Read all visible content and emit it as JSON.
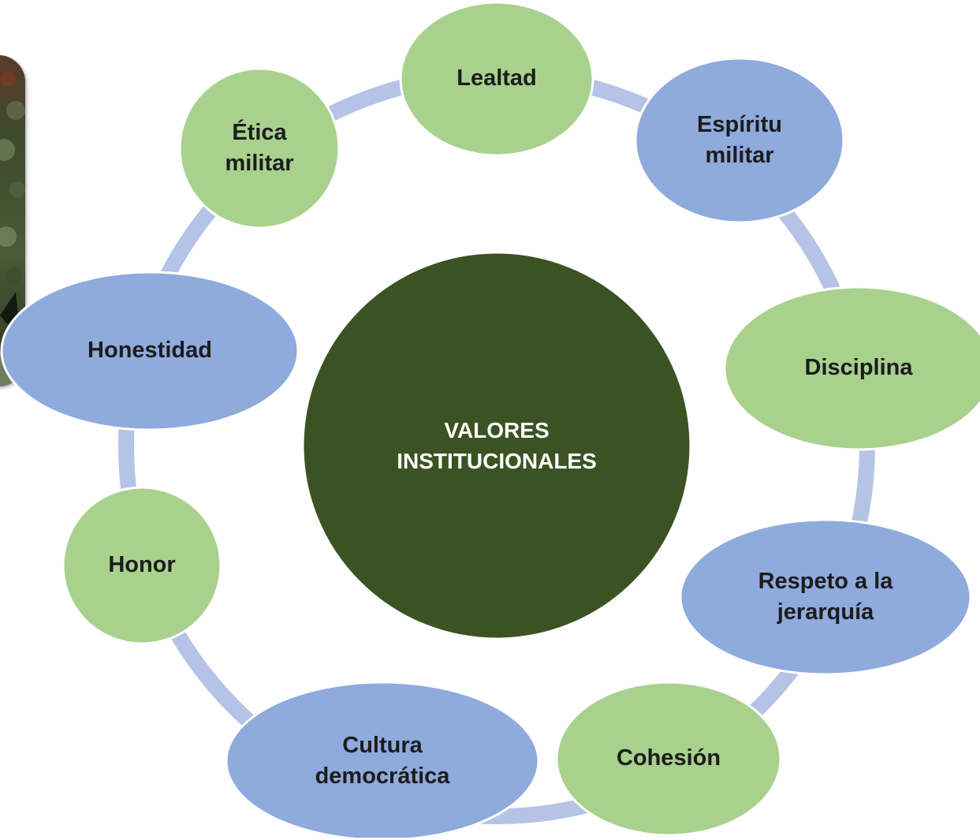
{
  "center": {
    "label_line1": "VALORES",
    "label_line2": "INSTITUCIONALES",
    "color": "#3b5323"
  },
  "ring_color": "#b4c3e6",
  "colors": {
    "green": "#a9d18e",
    "blue": "#8faadc",
    "border": "#ffffff"
  },
  "nodes": [
    {
      "id": "lealtad",
      "lines": [
        "Lealtad"
      ],
      "color": "green"
    },
    {
      "id": "espiritu-militar",
      "lines": [
        "Espíritu",
        "militar"
      ],
      "color": "blue"
    },
    {
      "id": "disciplina",
      "lines": [
        "Disciplina"
      ],
      "color": "green"
    },
    {
      "id": "respeto-jerarquia",
      "lines": [
        "Respeto a la",
        "jerarquía"
      ],
      "color": "blue"
    },
    {
      "id": "cohesion",
      "lines": [
        "Cohesión"
      ],
      "color": "green"
    },
    {
      "id": "cultura-democratica",
      "lines": [
        "Cultura",
        "democrática"
      ],
      "color": "blue"
    },
    {
      "id": "honor",
      "lines": [
        "Honor"
      ],
      "color": "green"
    },
    {
      "id": "honestidad",
      "lines": [
        "Honestidad"
      ],
      "color": "blue"
    },
    {
      "id": "etica-militar",
      "lines": [
        "Ética",
        "militar"
      ],
      "color": "green"
    }
  ]
}
